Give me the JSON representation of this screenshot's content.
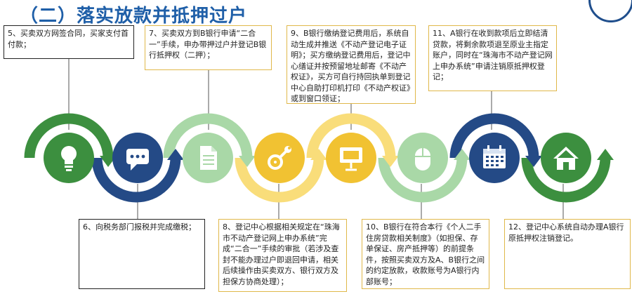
{
  "title": "（二）落实放款并抵押过户",
  "colors": {
    "title": "#1f5fa8",
    "green": "#3c8f3f",
    "light_green": "#a9d8a7",
    "navy": "#244a86",
    "yellow": "#f9dd7a",
    "yellow_icon": "#f1c232",
    "box_border": "#222222",
    "gold_border": "#e0b84a"
  },
  "steps": [
    {
      "id": "step-5",
      "text": "5、买卖双方网签合同，买家支付首付款；"
    },
    {
      "id": "step-6",
      "text": "6、向税务部门报税并完成缴税；"
    },
    {
      "id": "step-7",
      "text": "7、买卖双方到B银行申请“二合一”手续，申办带押过户并登记B银行抵押权（二押）；"
    },
    {
      "id": "step-8",
      "text": "8、登记中心根据相关规定在“珠海市不动产登记网上申办系统”完成“二合一”手续的审批（若涉及查封不能办理过户即退回申请，相关后续操作由买卖双方、银行双方及担保方协商处理）；"
    },
    {
      "id": "step-9",
      "text": "9、B银行缴纳登记费用后，系统自动生成并推送《不动产登记电子证明》；买方缴纳登记费用后，登记中心缮证并按预留地址邮寄《不动产权证》，买方可自行持回执单到登记中心自助打印机打印《不动产权证》或到窗口领证；"
    },
    {
      "id": "step-10",
      "text": "10、B银行在符合本行《个人二手住房贷款相关制度》（如担保、存单保证、房产抵押等）的前提条件，按照买卖双方及A、B银行之间的约定放款，收款账号为A银行内部账号；"
    },
    {
      "id": "step-11",
      "text": "11、A银行在收到款项后立即结清贷款，将剩余款项退至原业主指定账户，同时在“珠海市不动产登记网上申办系统”申请注销原抵押权登记；"
    },
    {
      "id": "step-12",
      "text": "12、登记中心系统自动办理A银行原抵押权注销登记。"
    }
  ],
  "icons": [
    "lightbulb-icon",
    "chat-bubble-icon",
    "document-icon",
    "wrench-gear-icon",
    "presentation-board-icon",
    "mouse-icon",
    "calendar-icon",
    "house-icon"
  ]
}
